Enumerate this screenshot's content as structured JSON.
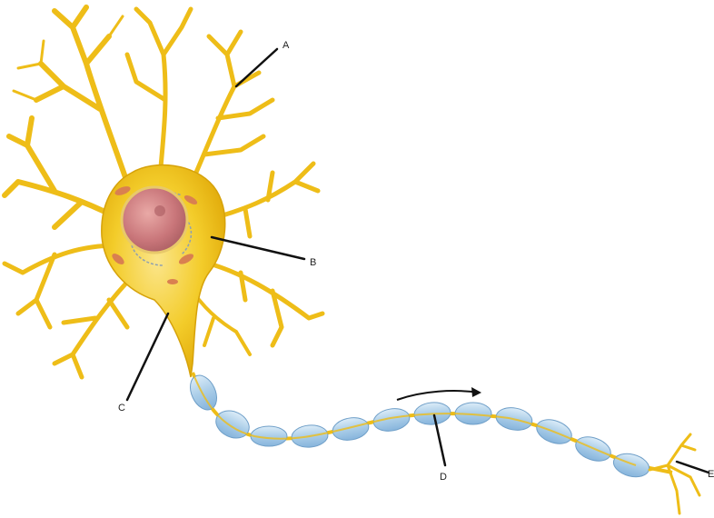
{
  "diagram": {
    "labels": {
      "a": "A",
      "b": "B",
      "c": "C",
      "d": "D",
      "e": "E"
    }
  },
  "colors": {
    "neuron_body": "#f2c417",
    "neuron_outline": "#d6a20a",
    "nucleus": "#c9767a",
    "myelin": "#a9cde8",
    "myelin_outline": "#6f9fc8",
    "leader_line": "#111111"
  }
}
